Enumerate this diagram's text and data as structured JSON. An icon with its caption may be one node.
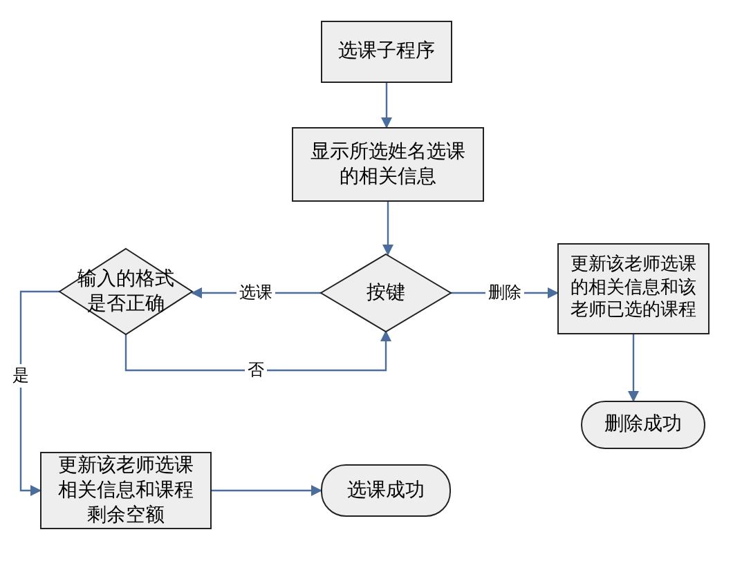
{
  "diagram": {
    "nodes": [
      {
        "text": [
          "选课子程序"
        ]
      },
      {
        "text": [
          "显示所选姓名选课的相关信息"
        ]
      },
      {
        "text": [
          "按键"
        ]
      },
      {
        "text": [
          "输入的格式是否正确"
        ]
      },
      {
        "text": [
          "更新该老师选课的相关信息和该老师已选的课程"
        ]
      },
      {
        "text": [
          "删除成功"
        ]
      },
      {
        "text": [
          "更新该老师选课相关信息和课程剩余空额"
        ]
      },
      {
        "text": [
          "选课成功"
        ]
      }
    ],
    "edges": [
      {
        "from": 0,
        "to": 1,
        "arrow": "to"
      },
      {
        "from": 1,
        "to": 2,
        "arrow": "to"
      },
      {
        "from": 2,
        "to": 3,
        "arrow": "to",
        "label": "选课"
      },
      {
        "from": 2,
        "to": 4,
        "arrow": "to",
        "label": "删除"
      },
      {
        "from": 4,
        "to": 5,
        "arrow": "to"
      },
      {
        "from": 3,
        "to": 2,
        "arrow": "to",
        "label": "否"
      },
      {
        "from": 3,
        "to": 6,
        "arrow": "to",
        "label": "是"
      },
      {
        "from": 6,
        "to": 7,
        "arrow": "to"
      }
    ]
  }
}
